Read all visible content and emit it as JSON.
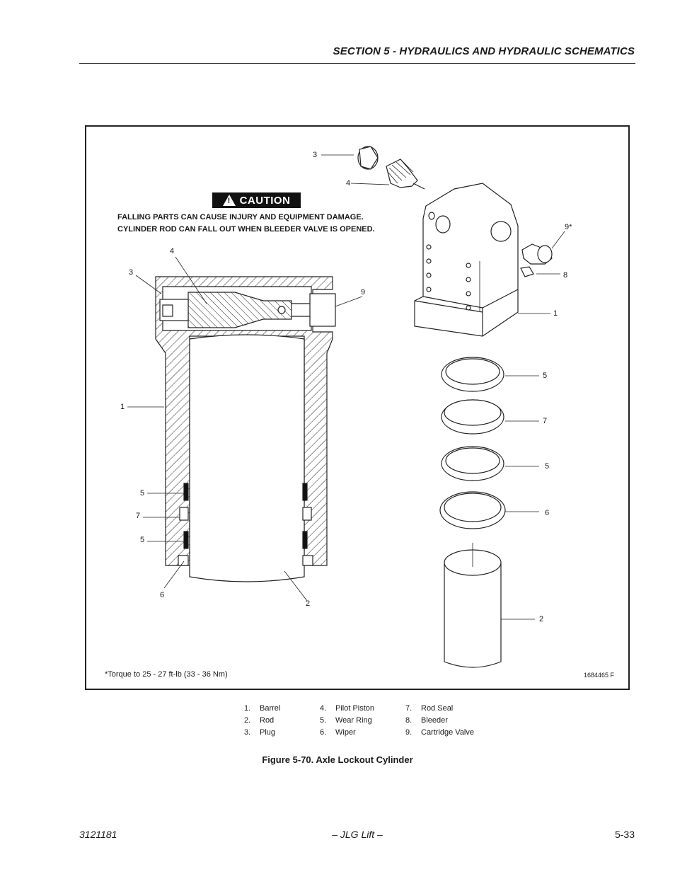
{
  "header": {
    "section_title": "SECTION 5 - HYDRAULICS AND HYDRAULIC SCHEMATICS"
  },
  "figure": {
    "caution": {
      "word": "CAUTION",
      "text": "FALLING PARTS CAN CAUSE INJURY AND EQUIPMENT DAMAGE. CYLINDER ROD CAN FALL OUT WHEN BLEEDER VALVE IS OPENED."
    },
    "callouts": {
      "c1": "3",
      "c2": "4",
      "c3": "9*",
      "c4": "8",
      "c5": "1",
      "c6": "5",
      "c7": "7",
      "c8": "5",
      "c9": "6",
      "c10": "2",
      "c11": "4",
      "c12": "3",
      "c13": "9",
      "c14": "1",
      "c15": "5",
      "c16": "7",
      "c17": "5",
      "c18": "6",
      "c19": "2"
    },
    "torque_note": "*Torque to 25 - 27 ft-lb (33 - 36 Nm)",
    "drawing_id": "1684465 F"
  },
  "legend": {
    "col1": [
      {
        "num": "1.",
        "label": "Barrel"
      },
      {
        "num": "2.",
        "label": "Rod"
      },
      {
        "num": "3.",
        "label": "Plug"
      }
    ],
    "col2": [
      {
        "num": "4.",
        "label": "Pilot Piston"
      },
      {
        "num": "5.",
        "label": "Wear Ring"
      },
      {
        "num": "6.",
        "label": "Wiper"
      }
    ],
    "col3": [
      {
        "num": "7.",
        "label": "Rod Seal"
      },
      {
        "num": "8.",
        "label": "Bleeder"
      },
      {
        "num": "9.",
        "label": "Cartridge Valve"
      }
    ]
  },
  "caption": "Figure 5-70.  Axle Lockout Cylinder",
  "footer": {
    "doc_number": "3121181",
    "brand": "– JLG Lift –",
    "page": "5-33"
  }
}
